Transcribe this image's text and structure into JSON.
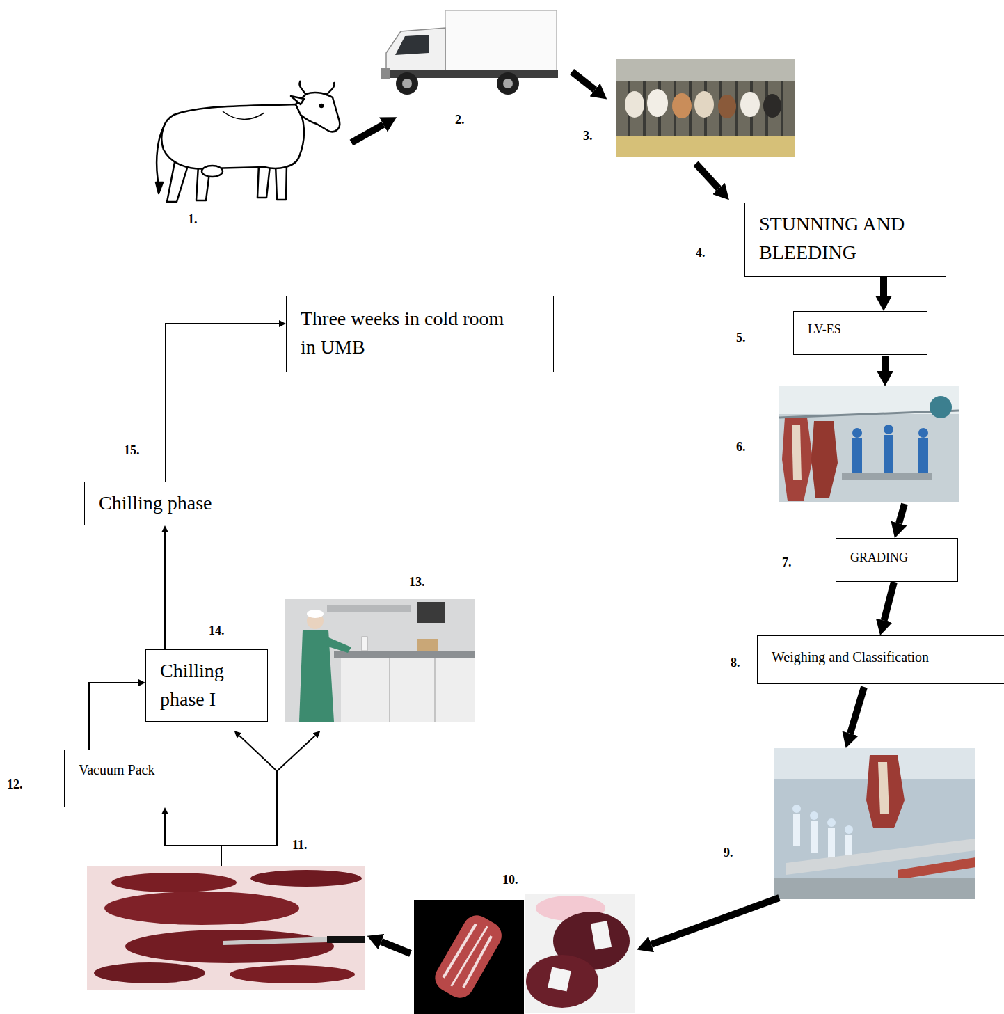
{
  "diagram": {
    "nodes": [
      {
        "text": [
          "STUNNING AND BLEEDING"
        ]
      },
      {
        "text": [
          "LV-ES"
        ]
      },
      {
        "text": [
          "GRADING"
        ]
      },
      {
        "text": [
          "Weighing and Classification"
        ]
      },
      {
        "text": [
          "Vacuum Pack"
        ]
      },
      {
        "text": [
          "Chilling phase I"
        ]
      },
      {
        "text": [
          "Chilling phase"
        ]
      },
      {
        "text": [
          "Three weeks in cold room in UMB"
        ]
      }
    ],
    "edges": [
      {
        "from": 0,
        "to": 1,
        "arrow": "to"
      },
      {
        "from": 2,
        "to": 3,
        "arrow": "to"
      },
      {
        "from": 4,
        "to": 5,
        "arrow": "to"
      },
      {
        "from": 5,
        "to": 6,
        "arrow": "to"
      },
      {
        "from": 6,
        "to": 7,
        "arrow": "to"
      }
    ],
    "labels": [
      "1.",
      "2.",
      "3.",
      "4.",
      "5.",
      "6.",
      "7.",
      "8.",
      "9.",
      "10.",
      "11.",
      "12.",
      "13.",
      "14.",
      "15."
    ]
  }
}
